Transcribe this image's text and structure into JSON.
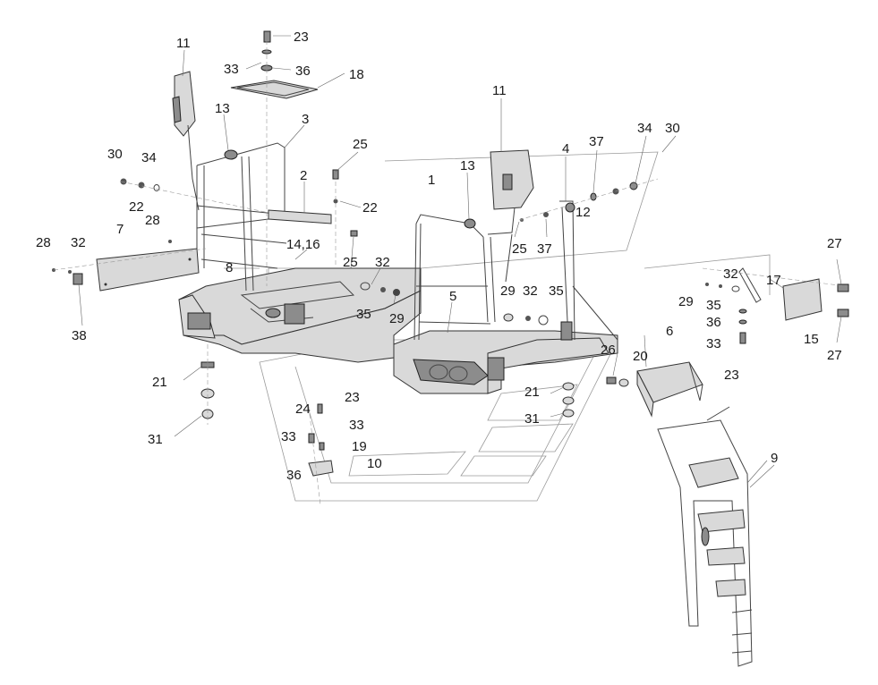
{
  "diagram": {
    "callouts": [
      {
        "label": "11"
      },
      {
        "label": "23"
      },
      {
        "label": "33"
      },
      {
        "label": "36"
      },
      {
        "label": "18"
      },
      {
        "label": "13"
      },
      {
        "label": "3"
      },
      {
        "label": "25"
      },
      {
        "label": "30"
      },
      {
        "label": "34"
      },
      {
        "label": "2"
      },
      {
        "label": "22"
      },
      {
        "label": "22"
      },
      {
        "label": "28"
      },
      {
        "label": "7"
      },
      {
        "label": "28"
      },
      {
        "label": "32"
      },
      {
        "label": "14,16"
      },
      {
        "label": "8"
      },
      {
        "label": "25"
      },
      {
        "label": "32"
      },
      {
        "label": "38"
      },
      {
        "label": "35"
      },
      {
        "label": "29"
      },
      {
        "label": "1"
      },
      {
        "label": "11"
      },
      {
        "label": "13"
      },
      {
        "label": "4"
      },
      {
        "label": "37"
      },
      {
        "label": "34"
      },
      {
        "label": "30"
      },
      {
        "label": "12"
      },
      {
        "label": "25"
      },
      {
        "label": "37"
      },
      {
        "label": "29"
      },
      {
        "label": "32"
      },
      {
        "label": "35"
      },
      {
        "label": "5"
      },
      {
        "label": "27"
      },
      {
        "label": "32"
      },
      {
        "label": "17"
      },
      {
        "label": "29"
      },
      {
        "label": "35"
      },
      {
        "label": "36"
      },
      {
        "label": "33"
      },
      {
        "label": "15"
      },
      {
        "label": "27"
      },
      {
        "label": "23"
      },
      {
        "label": "6"
      },
      {
        "label": "26"
      },
      {
        "label": "20"
      },
      {
        "label": "21"
      },
      {
        "label": "31"
      },
      {
        "label": "21"
      },
      {
        "label": "31"
      },
      {
        "label": "23"
      },
      {
        "label": "24"
      },
      {
        "label": "33"
      },
      {
        "label": "33"
      },
      {
        "label": "19"
      },
      {
        "label": "10"
      },
      {
        "label": "36"
      },
      {
        "label": "9"
      }
    ]
  }
}
